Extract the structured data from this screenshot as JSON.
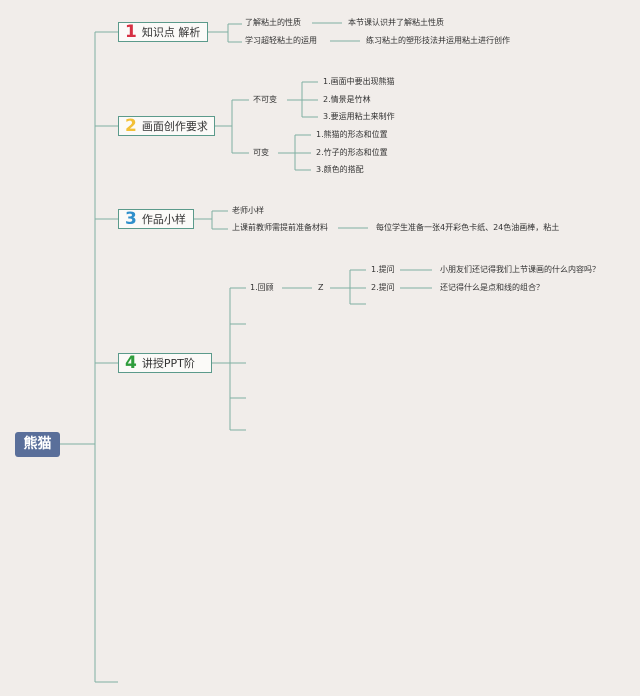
{
  "root": {
    "label": "熊猫"
  },
  "branches": [
    {
      "num": "1",
      "num_color": "#d63144",
      "label": "知识点 解析"
    },
    {
      "num": "2",
      "num_color": "#f2c037",
      "label": "画面创作要求"
    },
    {
      "num": "3",
      "num_color": "#2f8fcb",
      "label": "作品小样"
    },
    {
      "num": "4",
      "num_color": "#2f9d3c",
      "label": "讲授PPT阶"
    }
  ],
  "b1": {
    "items": [
      {
        "label": "了解粘土的性质",
        "detail": "本节课认识并了解粘土性质"
      },
      {
        "label": "学习超轻粘土的运用",
        "detail": "练习粘土的塑形技法并运用粘土进行创作"
      }
    ]
  },
  "b2": {
    "fixed": {
      "label": "不可变",
      "items": [
        "1.画面中要出现熊猫",
        "2.情景是竹林",
        "3.要运用粘土来制作"
      ]
    },
    "variable": {
      "label": "可变",
      "items": [
        "1.熊猫的形态和位置",
        "2.竹子的形态和位置",
        "3.颜色的搭配"
      ]
    }
  },
  "b3": {
    "items": [
      {
        "label": "老师小样",
        "detail": ""
      },
      {
        "label": "上课前教师需提前准备材料",
        "detail": "每位学生准备一张4开彩色卡纸、24色油画棒，粘土"
      }
    ]
  },
  "b4": {
    "review": "1.回顾",
    "z": "Z",
    "questions": [
      {
        "label": "1.提问",
        "detail": "小朋友们还记得我们上节课画的什么内容吗？"
      },
      {
        "label": "2.提问",
        "detail": "还记得什么是点和线的组合？"
      }
    ]
  },
  "colors": {
    "line": "#7fb0a2",
    "root_bg": "#5a6f9a",
    "background": "#f1edea"
  }
}
